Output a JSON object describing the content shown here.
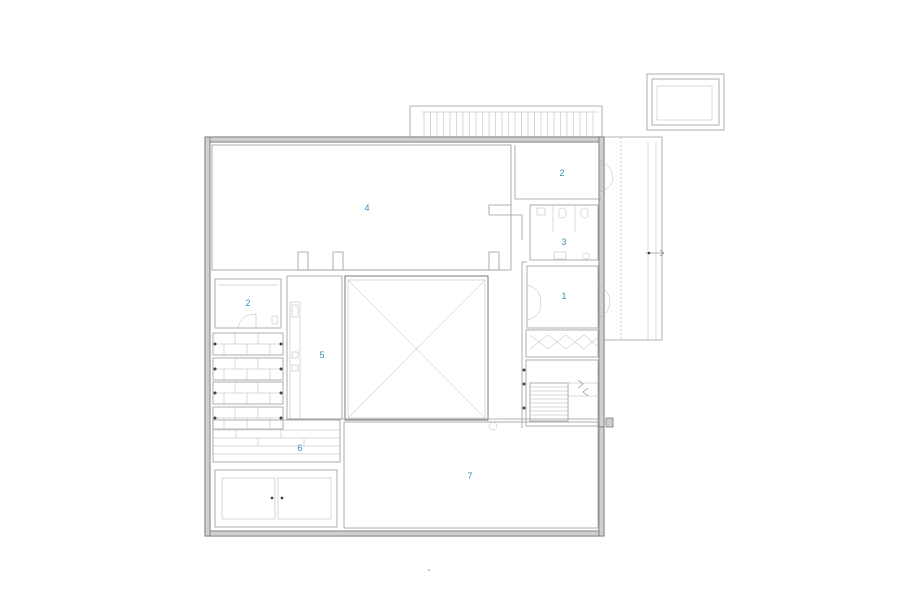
{
  "plan": {
    "room_labels": [
      {
        "id": "room-1",
        "text": "1"
      },
      {
        "id": "room-2-top",
        "text": "2"
      },
      {
        "id": "room-2-left",
        "text": "2"
      },
      {
        "id": "room-3",
        "text": "3"
      },
      {
        "id": "room-4",
        "text": "4"
      },
      {
        "id": "room-5",
        "text": "5"
      },
      {
        "id": "room-6",
        "text": "6"
      },
      {
        "id": "room-7",
        "text": "7"
      }
    ],
    "colors": {
      "label": "#3d8fb8",
      "line": "#9a9a9a",
      "wall_fill": "#cfcfcf"
    }
  }
}
